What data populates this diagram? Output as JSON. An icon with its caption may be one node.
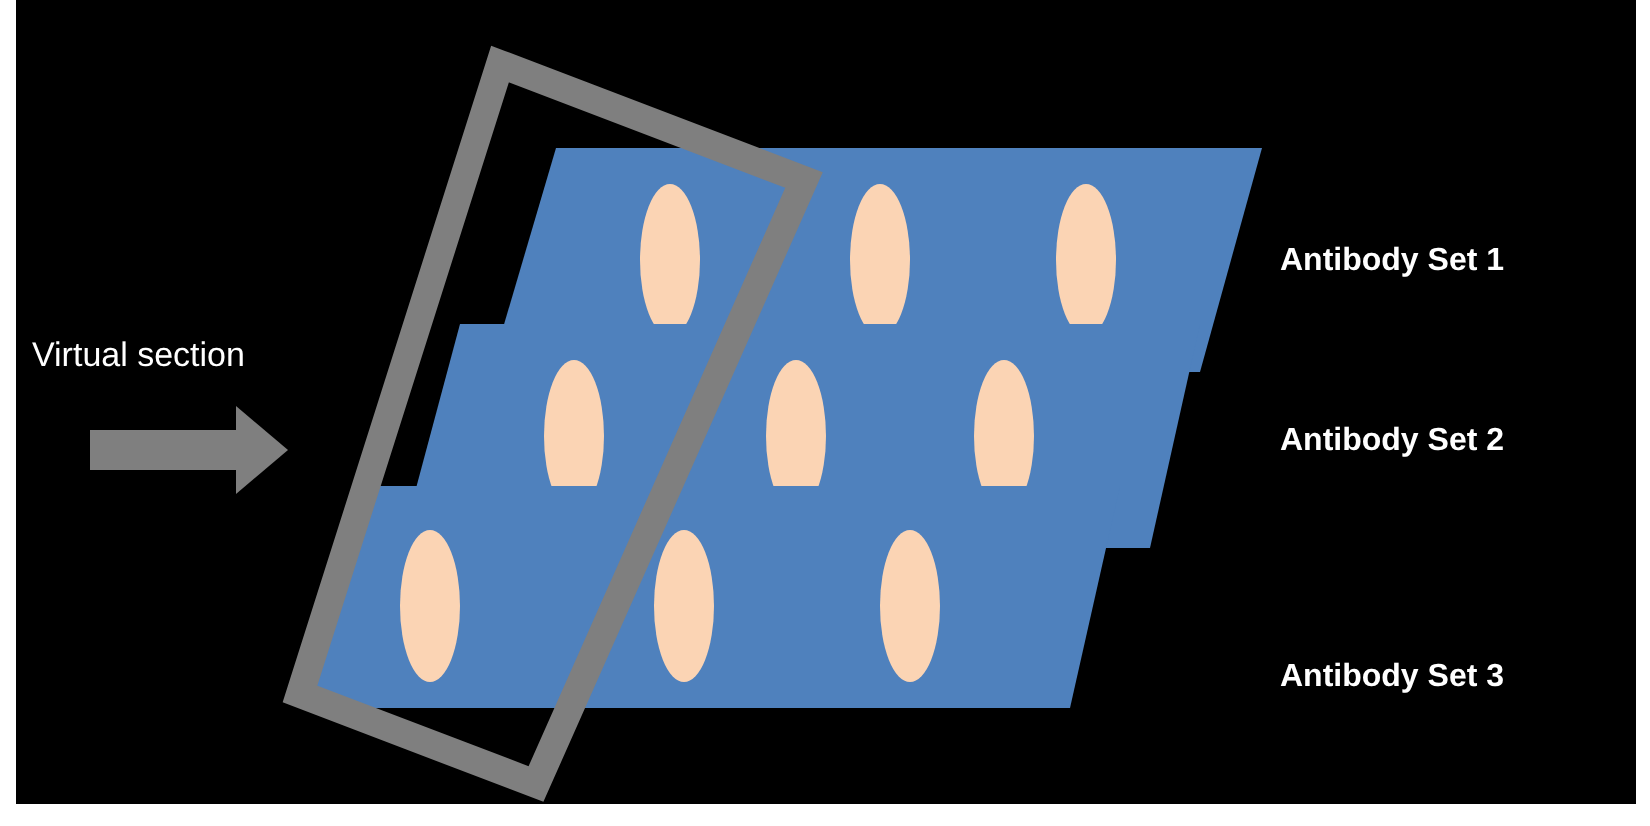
{
  "diagram": {
    "nodes": [
      {
        "text": [],
        "shape": "parallelogram"
      },
      {
        "text": [],
        "shape": "parallelogram"
      },
      {
        "text": [],
        "shape": "parallelogram"
      },
      {
        "text": [],
        "shape": "box"
      }
    ],
    "edges": [
      {
        "from": null,
        "to": 3,
        "arrow": "to"
      }
    ],
    "labels": [
      "Antibody Set 1",
      "Virtual section",
      "Antibody Set 2",
      "Antibody Set 3"
    ]
  }
}
